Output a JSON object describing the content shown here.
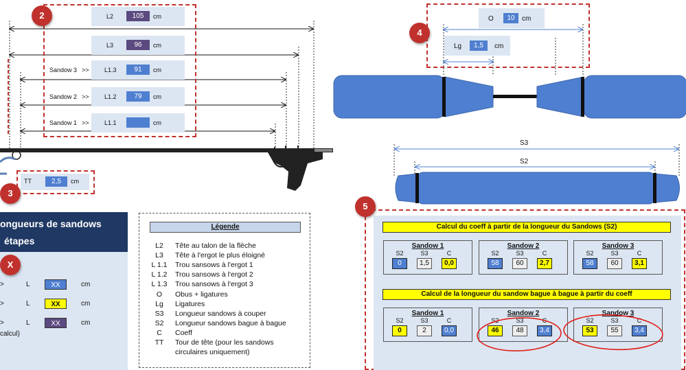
{
  "badges": {
    "b2": "2",
    "b3": "3",
    "b4": "4",
    "b5": "5",
    "bx": "X"
  },
  "rows": [
    {
      "prefix": "",
      "label": "L2",
      "value": "105",
      "unit": "cm",
      "color": "purple"
    },
    {
      "prefix": "",
      "label": "L3",
      "value": "96",
      "unit": "cm",
      "color": "purple"
    },
    {
      "prefix": "Sandow 3",
      "arrow": ">>",
      "label": "L1.3",
      "value": "91",
      "unit": "cm",
      "color": "blue"
    },
    {
      "prefix": "Sandow 2",
      "arrow": ">>",
      "label": "L1.2",
      "value": "79",
      "unit": "cm",
      "color": "blue"
    },
    {
      "prefix": "Sandow 1",
      "arrow": ">>",
      "label": "L1.1",
      "value": "",
      "unit": "cm",
      "color": "blue"
    }
  ],
  "tt": {
    "label": "TT",
    "value": "2,5",
    "unit": "cm"
  },
  "obus": {
    "label": "O",
    "value": "10",
    "unit": "cm"
  },
  "lig": {
    "label": "Lg",
    "value": "1,5",
    "unit": "cm"
  },
  "sandow_dims": {
    "s3": "S3",
    "s2": "S2"
  },
  "left_panel": {
    "title_line1": "ongueurs de sandows",
    "title_line2": "étapes",
    "rows": [
      {
        "arrow": ">",
        "label": "L",
        "value": "XX",
        "unit": "cm",
        "color": "blue"
      },
      {
        "arrow": ">",
        "label": "L",
        "value": "XX",
        "unit": "cm",
        "color": "yellow"
      },
      {
        "arrow": ">",
        "label": "L",
        "value": "XX",
        "unit": "cm",
        "color": "purple"
      }
    ],
    "footnote": "calcul)"
  },
  "legend": {
    "title": "Légende",
    "items": [
      {
        "code": "L2",
        "text": "Tête au talon de la flèche"
      },
      {
        "code": "L3",
        "text": "Tête à l'ergot le plus éloigné"
      },
      {
        "code": "L 1.1",
        "text": "Trou sansows à l'ergot 1"
      },
      {
        "code": "L 1.2",
        "text": "Trou sansows à l'ergot 2"
      },
      {
        "code": "L 1.3",
        "text": "Trou sansows à l'ergot 3"
      },
      {
        "code": "O",
        "text": "Obus + ligatures"
      },
      {
        "code": "Lg",
        "text": "Ligatures"
      },
      {
        "code": "S3",
        "text": "Longueur sandows à couper"
      },
      {
        "code": "S2",
        "text": "Longueur sandows bague à bague"
      },
      {
        "code": "C",
        "text": "Coeff"
      },
      {
        "code": "TT",
        "text": "Tour de tête (pour les sandows"
      },
      {
        "code": "",
        "text": "circulaires uniquement)"
      }
    ]
  },
  "calc": {
    "section1_title": "Calcul du coeff à partir de la longueur du Sandows (S2)",
    "section2_title": "Calcul de la longueur du sandow bague à bague à partir du coeff",
    "heads": [
      "S2",
      "S3",
      "C"
    ],
    "section1": [
      {
        "name": "Sandow 1",
        "s2": "0",
        "s3": "1,5",
        "c": "0,0"
      },
      {
        "name": "Sandow 2",
        "s2": "58",
        "s3": "60",
        "c": "2,7"
      },
      {
        "name": "Sandow 3",
        "s2": "58",
        "s3": "60",
        "c": "3,1"
      }
    ],
    "section2": [
      {
        "name": "Sandow 1",
        "s2": "0",
        "s3": "2",
        "c": "0,0"
      },
      {
        "name": "Sandow 2",
        "s2": "46",
        "s3": "48",
        "c": "3,4"
      },
      {
        "name": "Sandow 3",
        "s2": "53",
        "s3": "55",
        "c": "3,4"
      }
    ]
  },
  "colors": {
    "accent_red": "#c0312d",
    "sandow_blue": "#4f7fd0",
    "panel_bg": "#dce6f2",
    "navy": "#1f3864"
  }
}
